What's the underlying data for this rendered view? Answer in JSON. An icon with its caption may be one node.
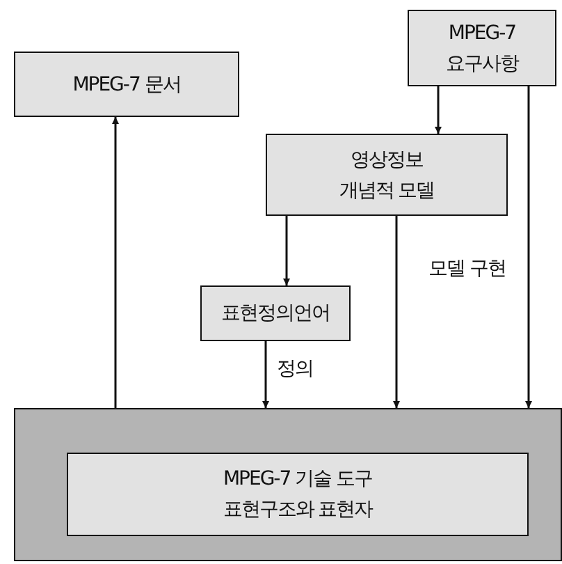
{
  "diagram": {
    "nodes": [
      {
        "text": [
          "MPEG-7 문서"
        ]
      },
      {
        "text": [
          "MPEG-7 요구사항"
        ]
      },
      {
        "text": [
          "영상정보 개념적 모델"
        ]
      },
      {
        "text": [
          "표현정의언어"
        ]
      },
      {
        "text": [],
        "shape": "box"
      },
      {
        "text": [
          "MPEG-7 기술 도구 표현구조와 표현자"
        ],
        "in": 4
      }
    ],
    "edges": [
      {
        "from": 4,
        "to": 0,
        "arrow": "to"
      },
      {
        "from": 1,
        "to": 2,
        "arrow": "to"
      },
      {
        "from": 2,
        "to": 3,
        "arrow": "to"
      },
      {
        "from": 3,
        "to": 4,
        "arrow": "to",
        "label": "정의"
      },
      {
        "from": 2,
        "to": 4,
        "arrow": "to"
      },
      {
        "from": 1,
        "to": 4,
        "arrow": "to",
        "label": "모델 구현"
      }
    ]
  }
}
